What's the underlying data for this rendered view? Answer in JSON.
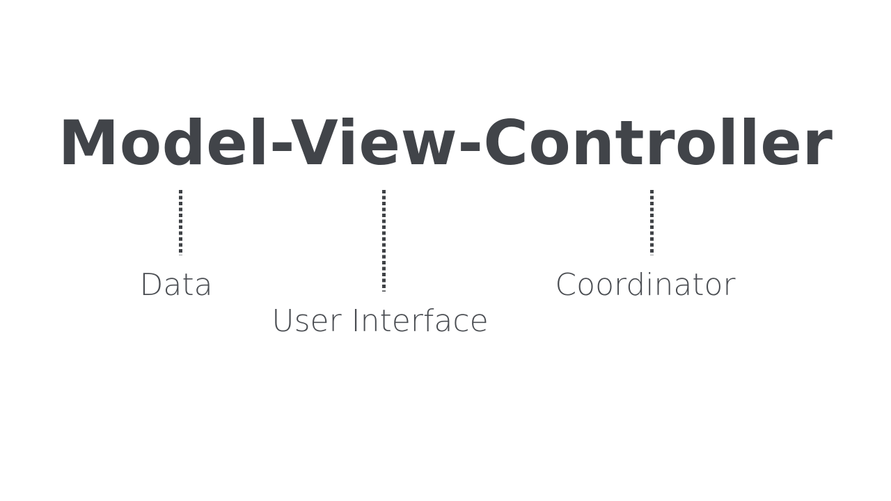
{
  "slide": {
    "background_color": "#ffffff",
    "title": {
      "text": "Model-View-Controller",
      "color": "#414449"
    },
    "annotations": [
      {
        "label": "Data",
        "maps_to": "Model",
        "color": "#4a4d52",
        "leader_line": "dotted-vertical"
      },
      {
        "label": "User Interface",
        "maps_to": "View",
        "color": "#4a4d52",
        "leader_line": "dotted-vertical"
      },
      {
        "label": "Coordinator",
        "maps_to": "Controller",
        "color": "#4a4d52",
        "leader_line": "dotted-vertical"
      }
    ],
    "leader_line_color": "#3f4246"
  }
}
